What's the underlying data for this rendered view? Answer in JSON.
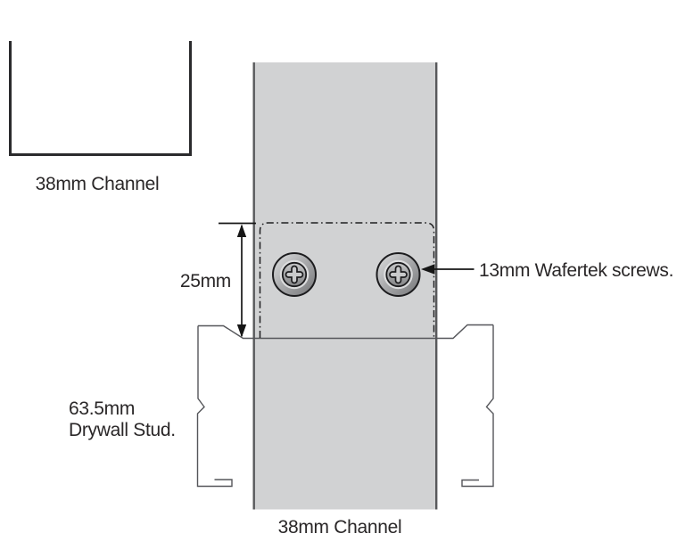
{
  "diagram": {
    "labels": {
      "top_channel": "38mm Channel",
      "bottom_channel": "38mm Channel",
      "dimension": "25mm",
      "screw_callout": "13mm Wafertek screws.",
      "stud_label_line1": "63.5mm",
      "stud_label_line2": "Drywall Stud."
    },
    "values": {
      "channel_width_mm": 38,
      "screw_offset_mm": 25,
      "screw_size_mm": 13,
      "stud_width_mm": 63.5,
      "screw_count": 2
    },
    "colors": {
      "background": "#ffffff",
      "channel_fill": "#d1d2d3",
      "channel_border": "#58595b",
      "outline_dark": "#2b2b2d",
      "stud_line": "#55565a",
      "dash_line": "#1f1f21",
      "text": "#2a2728",
      "screw_dark": "#1c1c1e"
    }
  }
}
